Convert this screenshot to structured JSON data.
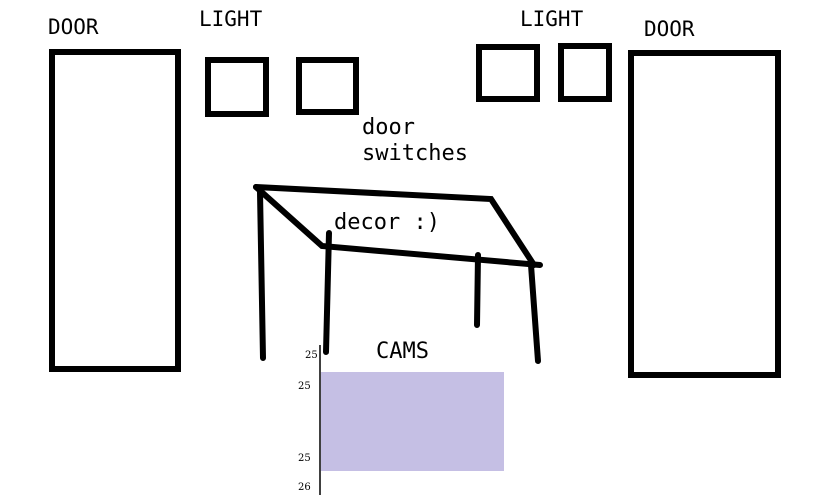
{
  "labels": {
    "left_door": "DOOR",
    "right_door": "DOOR",
    "left_light": "LIGHT",
    "right_light": "LIGHT",
    "door_switches_line1": "door",
    "door_switches_line2": "switches",
    "decor": "decor :)",
    "cams": "CAMS"
  },
  "cams_ticks": [
    "25",
    "25",
    "25",
    "26"
  ],
  "colors": {
    "stroke": "#000000",
    "cams_fill": "#c5bfe4",
    "background": "#ffffff"
  }
}
